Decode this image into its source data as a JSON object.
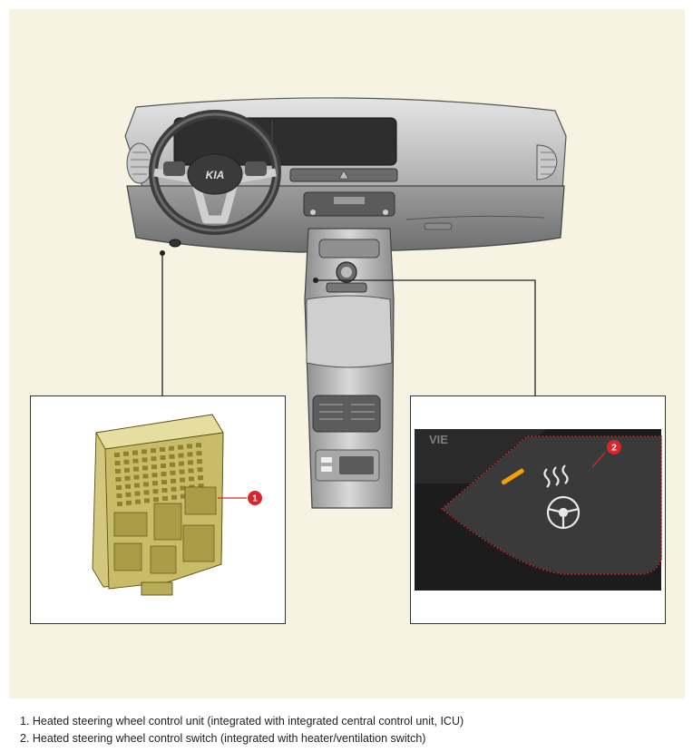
{
  "diagram": {
    "brand_logo": "KIA",
    "callouts": [
      {
        "number": "1",
        "part": "heated-steering-wheel-control-unit"
      },
      {
        "number": "2",
        "part": "heated-steering-wheel-control-switch"
      }
    ],
    "switch_panel_text": "VIE",
    "colors": {
      "background": "#f6f3e3",
      "callout": "#d9262c",
      "ecu_body": "#d2c77c",
      "switch_indicator": "#f5a000"
    }
  },
  "captions": [
    "1. Heated steering wheel control unit (integrated with integrated central control unit, ICU)",
    "2. Heated steering wheel control switch (integrated with heater/ventilation switch)"
  ]
}
